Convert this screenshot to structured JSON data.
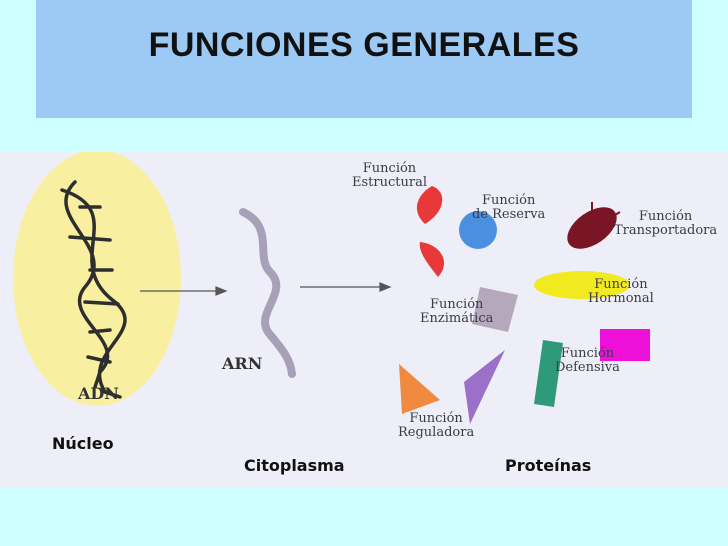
{
  "title": "FUNCIONES GENERALES",
  "labels": {
    "adn": "ADN",
    "arn": "ARN",
    "nucleo": "Núcleo",
    "citoplasma": "Citoplasma",
    "proteinas": "Proteínas"
  },
  "functions": [
    {
      "line1": "Función",
      "line2": "Estructural"
    },
    {
      "line1": "Función",
      "line2": "de Reserva"
    },
    {
      "line1": "Función",
      "line2": "Transportadora"
    },
    {
      "line1": "Función",
      "line2": "Hormonal"
    },
    {
      "line1": "Función",
      "line2": "Enzimática"
    },
    {
      "line1": "Función",
      "line2": "Defensiva"
    },
    {
      "line1": "Función",
      "line2": "Reguladora"
    }
  ],
  "colors": {
    "nucleus": "#f8f0a0",
    "dna": "#333333",
    "rna": "#a7a0b8",
    "structural": "#e83838",
    "reserve": "#4b8fe0",
    "transport": "#7a1525",
    "hormonal": "#f2ea20",
    "enzymatic": "#b6a8bc",
    "defensive_green": "#2f9a7a",
    "defensive_magenta": "#ee10d8",
    "regulatory_orange": "#f08a40",
    "regulatory_purple": "#9b70c8"
  }
}
